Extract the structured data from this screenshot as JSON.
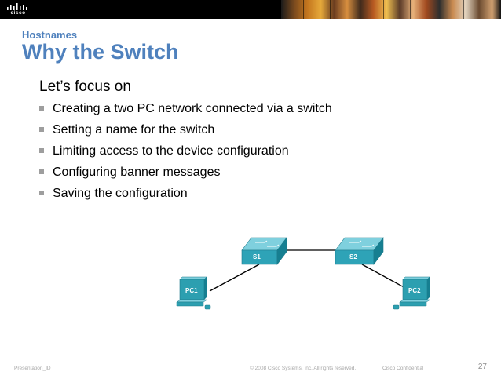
{
  "header": {
    "brand": "cisco",
    "section": "Hostnames",
    "title": "Why the Switch"
  },
  "body": {
    "intro": "Let’s focus on",
    "bullets": [
      "Creating a two PC network connected via a switch",
      "Setting a name for the switch",
      "Limiting access to the device configuration",
      "Configuring banner messages",
      "Saving the configuration"
    ]
  },
  "diagram": {
    "switch1": "S1",
    "switch2": "S2",
    "pc1": "PC1",
    "pc2": "PC2"
  },
  "footer": {
    "left": "Presentation_ID",
    "center": "© 2008 Cisco Systems, Inc. All rights reserved.",
    "right": "Cisco Confidential",
    "page": "27"
  },
  "colors": {
    "accent": "#4f81bd",
    "switch": "#2ea3b7",
    "pc": "#2c9fb0"
  }
}
